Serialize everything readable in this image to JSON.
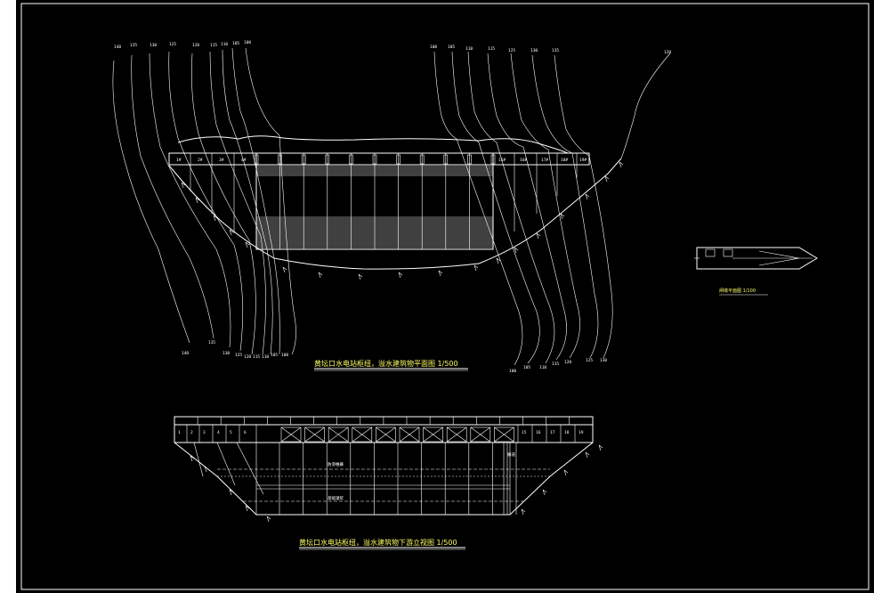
{
  "colors": {
    "background": "#000000",
    "lines": "#ffffff",
    "titles": "#ffff66",
    "frame_outer": "#ffffff"
  },
  "plan": {
    "title": "黄坛口水电站枢纽，溢水建筑物平面图 1/500",
    "contours_top_left": [
      "140",
      "135",
      "130",
      "125",
      "120",
      "115",
      "110",
      "105",
      "100"
    ],
    "contours_top_right": [
      "100",
      "105",
      "110",
      "115",
      "125",
      "130",
      "135"
    ],
    "contour_top_far_right": "120",
    "contours_bottom_left": [
      "140",
      "135",
      "130",
      "125",
      "120",
      "115",
      "110",
      "105",
      "100"
    ],
    "contours_bottom_right": [
      "100",
      "105",
      "110",
      "115",
      "120",
      "125",
      "130"
    ],
    "block_labels_left": [
      "1#",
      "2#",
      "3#",
      "4#"
    ],
    "block_labels_right": [
      "15#",
      "16#",
      "17#",
      "18#",
      "19#"
    ]
  },
  "section": {
    "title": "黄坛口水电站枢纽，溢水建筑物下游立视图 1/500",
    "inner_label_upper": "防渗帷幕",
    "inner_label_lower": "基础灌浆",
    "side_label": "廊道",
    "block_labels_left": [
      "1",
      "2",
      "3",
      "4",
      "5",
      "6"
    ],
    "block_labels_right": [
      "15",
      "16",
      "17",
      "18",
      "19"
    ]
  },
  "detail": {
    "title": "闸墩平面图 1/100"
  }
}
